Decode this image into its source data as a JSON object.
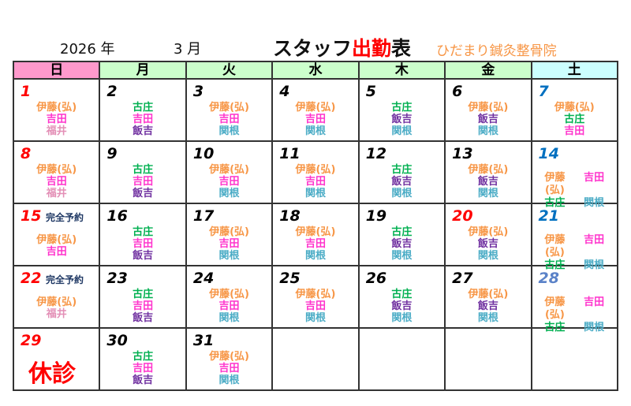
{
  "header": {
    "year": "2026 年",
    "month": "3 月",
    "title_a": "スタッフ",
    "title_b": "出勤",
    "title_c": "表",
    "clinic": "ひだまり鍼灸整骨院"
  },
  "weekdays": [
    "日",
    "月",
    "火",
    "水",
    "木",
    "金",
    "土"
  ],
  "colors": {
    "伊藤(弘)": "#f79646",
    "吉田": "#ff33cc",
    "福井": "#e38fb6",
    "古庄": "#00b050",
    "飯吉": "#7030a0",
    "関根": "#4bacc6",
    "sun": "#ff0000",
    "sat": "#0070c0",
    "sat_light": "#5b82c8",
    "weekday": "#000000"
  },
  "weeks": [
    [
      {
        "d": "1",
        "c": "sun",
        "s": [
          "伊藤(弘)",
          "吉田",
          "福井"
        ]
      },
      {
        "d": "2",
        "s": [
          "古庄",
          "吉田",
          "飯吉"
        ]
      },
      {
        "d": "3",
        "s": [
          "伊藤(弘)",
          "吉田",
          "関根"
        ]
      },
      {
        "d": "4",
        "s": [
          "伊藤(弘)",
          "吉田",
          "関根"
        ]
      },
      {
        "d": "5",
        "s": [
          "古庄",
          "飯吉",
          "関根"
        ]
      },
      {
        "d": "6",
        "s": [
          "伊藤(弘)",
          "飯吉",
          "関根"
        ]
      },
      {
        "d": "7",
        "c": "sat",
        "s": [
          "伊藤(弘)",
          "古庄",
          "吉田"
        ]
      }
    ],
    [
      {
        "d": "8",
        "c": "sun",
        "s": [
          "伊藤(弘)",
          "吉田",
          "福井"
        ]
      },
      {
        "d": "9",
        "s": [
          "古庄",
          "吉田",
          "飯吉"
        ]
      },
      {
        "d": "10",
        "s": [
          "伊藤(弘)",
          "吉田",
          "関根"
        ]
      },
      {
        "d": "11",
        "s": [
          "伊藤(弘)",
          "吉田",
          "関根"
        ]
      },
      {
        "d": "12",
        "s": [
          "古庄",
          "飯吉",
          "関根"
        ]
      },
      {
        "d": "13",
        "s": [
          "伊藤(弘)",
          "飯吉",
          "関根"
        ]
      },
      {
        "d": "14",
        "c": "sat",
        "g": [
          "伊藤(弘)",
          "吉田",
          "古庄",
          "関根"
        ]
      }
    ],
    [
      {
        "d": "15",
        "c": "sun",
        "note": "完全予約",
        "s": [
          "伊藤(弘)",
          "吉田"
        ]
      },
      {
        "d": "16",
        "s": [
          "古庄",
          "吉田",
          "飯吉"
        ]
      },
      {
        "d": "17",
        "s": [
          "伊藤(弘)",
          "吉田",
          "関根"
        ]
      },
      {
        "d": "18",
        "s": [
          "伊藤(弘)",
          "吉田",
          "関根"
        ]
      },
      {
        "d": "19",
        "s": [
          "古庄",
          "飯吉",
          "関根"
        ]
      },
      {
        "d": "20",
        "c": "sun",
        "s": [
          "伊藤(弘)",
          "飯吉",
          "関根"
        ]
      },
      {
        "d": "21",
        "c": "sat",
        "g": [
          "伊藤(弘)",
          "吉田",
          "古庄",
          "関根"
        ]
      }
    ],
    [
      {
        "d": "22",
        "c": "sun",
        "note": "完全予約",
        "s": [
          "伊藤(弘)",
          "福井"
        ]
      },
      {
        "d": "23",
        "s": [
          "古庄",
          "吉田",
          "飯吉"
        ]
      },
      {
        "d": "24",
        "s": [
          "伊藤(弘)",
          "吉田",
          "関根"
        ]
      },
      {
        "d": "25",
        "s": [
          "伊藤(弘)",
          "吉田",
          "関根"
        ]
      },
      {
        "d": "26",
        "s": [
          "古庄",
          "飯吉",
          "関根"
        ]
      },
      {
        "d": "27",
        "s": [
          "伊藤(弘)",
          "飯吉",
          "関根"
        ]
      },
      {
        "d": "28",
        "c": "sat_light",
        "g": [
          "伊藤(弘)",
          "吉田",
          "古庄",
          "関根"
        ]
      }
    ],
    [
      {
        "d": "29",
        "c": "sun",
        "closed": "休診"
      },
      {
        "d": "30",
        "s": [
          "古庄",
          "吉田",
          "飯吉"
        ]
      },
      {
        "d": "31",
        "s": [
          "伊藤(弘)",
          "吉田",
          "関根"
        ]
      },
      {},
      {},
      {},
      {}
    ]
  ]
}
